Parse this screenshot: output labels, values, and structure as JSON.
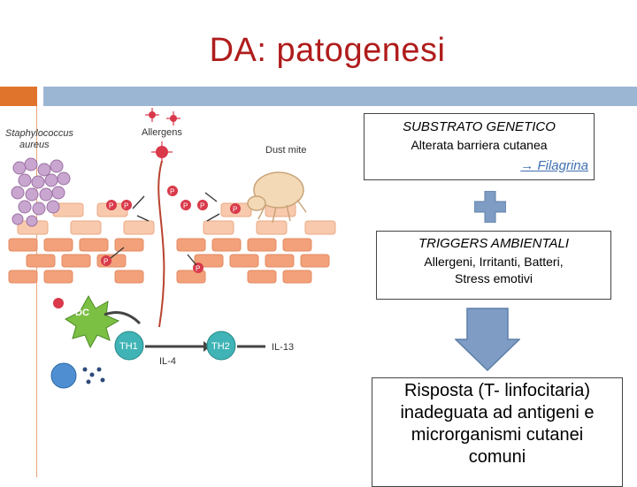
{
  "slide": {
    "title": "DA: patogenesi"
  },
  "figure": {
    "labels": {
      "staphylococcus_line1": "Staphylococcus",
      "staphylococcus_line2": "aureus",
      "allergens": "Allergens",
      "dust_mite": "Dust mite",
      "dc": "DC",
      "th1": "TH1",
      "th2": "TH2",
      "il4": "IL-4",
      "il13": "IL-13",
      "protease": "P"
    },
    "colors": {
      "staph": "#c9a6cf",
      "protease": "#d9394a",
      "cell_brick": "#f2a17a",
      "th_cell": "#3fb3b5",
      "dc_cell": "#7bc043",
      "arrow": "#b8432f"
    }
  },
  "boxes": {
    "substrate_title": "SUBSTRATO GENETICO",
    "substrate_text": "Alterata barriera cutanea",
    "substrate_link": "→ Filagrina",
    "triggers_title": "TRIGGERS AMBIENTALI",
    "triggers_line1": "Allergeni, Irritanti, Batteri,",
    "triggers_line2": "Stress emotivi",
    "response_line1": "Risposta (T- linfocitaria)",
    "response_line2": "inadeguata ad antigeni e",
    "response_line3": "microrganismi cutanei",
    "response_line4": "comuni"
  },
  "icons": {
    "plus": "plus-icon",
    "down_arrow": "down-arrow-icon"
  },
  "colors": {
    "title": "#b01c1c",
    "accent_orange": "#e0742c",
    "accent_blue": "#9bb6d2",
    "plus": "#7e9cc4",
    "down_arrow": "#7e9cc4",
    "link": "#3f6fb0"
  }
}
